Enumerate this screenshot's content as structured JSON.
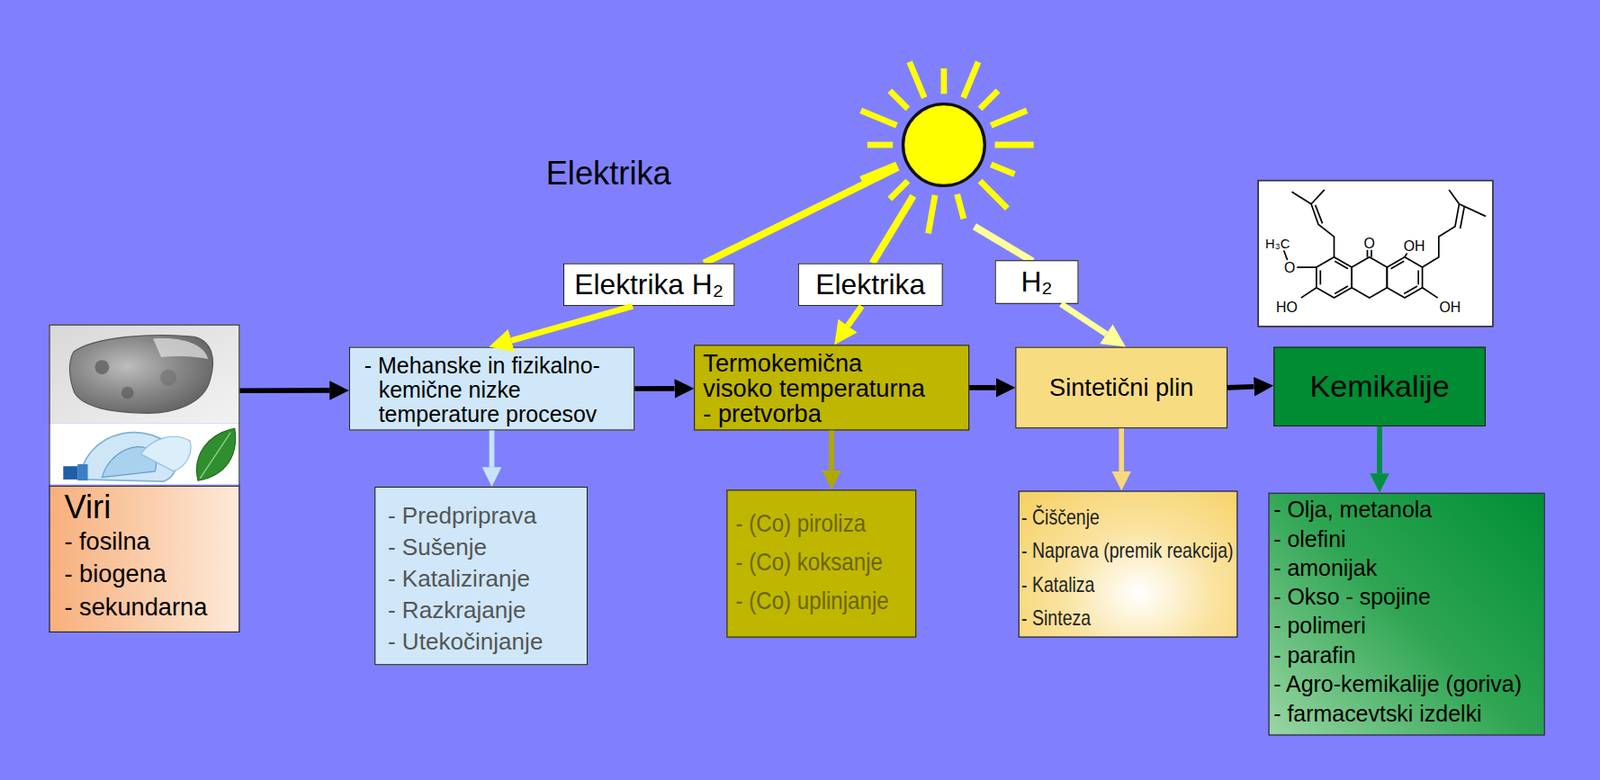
{
  "diagram": {
    "nodes": [
      {
        "text": [
          "Elektrika H₂"
        ]
      },
      {
        "text": [
          "Elektrika"
        ]
      },
      {
        "text": [
          "H₂"
        ]
      },
      {
        "text": [
          "Viri",
          "- fosilna",
          "- biogena",
          "- sekundarna"
        ]
      },
      {
        "text": [
          "- Mehanske in fizikalno-kemične nizke temperature procesov"
        ]
      },
      {
        "text": [
          "Termokemična visoko temperaturna - pretvorba"
        ]
      },
      {
        "text": [
          "Sintetični plin"
        ]
      },
      {
        "text": [
          "Kemikalije"
        ]
      },
      {
        "text": [
          "- Predpriprava",
          "- Sušenje",
          "- Kataliziranje",
          "- Razkrajanje",
          "- Utekočinjanje"
        ]
      },
      {
        "text": [
          "- (Co) piroliza",
          "- (Co) koksanje",
          "- (Co) uplinjanje"
        ]
      },
      {
        "text": [
          "- Čiščenje",
          "- Naprava (premik reakcija)",
          "- Kataliza",
          "- Sinteza"
        ]
      },
      {
        "text": [
          "- Olja, metanola",
          "- olefini",
          "- amonijak",
          "- Okso - spojine",
          "- polimeri",
          "- parafin",
          "- Agro-kemikalije (goriva)",
          "- farmacevtski izdelki"
        ]
      }
    ],
    "edges": [
      {
        "from": 3,
        "to": 4,
        "arrow": "to"
      },
      {
        "from": 4,
        "to": 5,
        "arrow": "to"
      },
      {
        "from": 5,
        "to": 6,
        "arrow": "to"
      },
      {
        "from": 6,
        "to": 7,
        "arrow": "to"
      },
      {
        "from": 0,
        "to": 4,
        "arrow": "to"
      },
      {
        "from": 1,
        "to": 5,
        "arrow": "to"
      },
      {
        "from": 2,
        "to": 6,
        "arrow": "to"
      },
      {
        "from": 4,
        "to": 8,
        "arrow": "to"
      },
      {
        "from": 5,
        "to": 9,
        "arrow": "to"
      },
      {
        "from": 6,
        "to": 10,
        "arrow": "to"
      },
      {
        "from": 7,
        "to": 11,
        "arrow": "to"
      }
    ],
    "labels": [
      "Elektrika",
      "H₃C",
      "O",
      "O",
      "OH",
      "HO",
      "OH"
    ]
  }
}
